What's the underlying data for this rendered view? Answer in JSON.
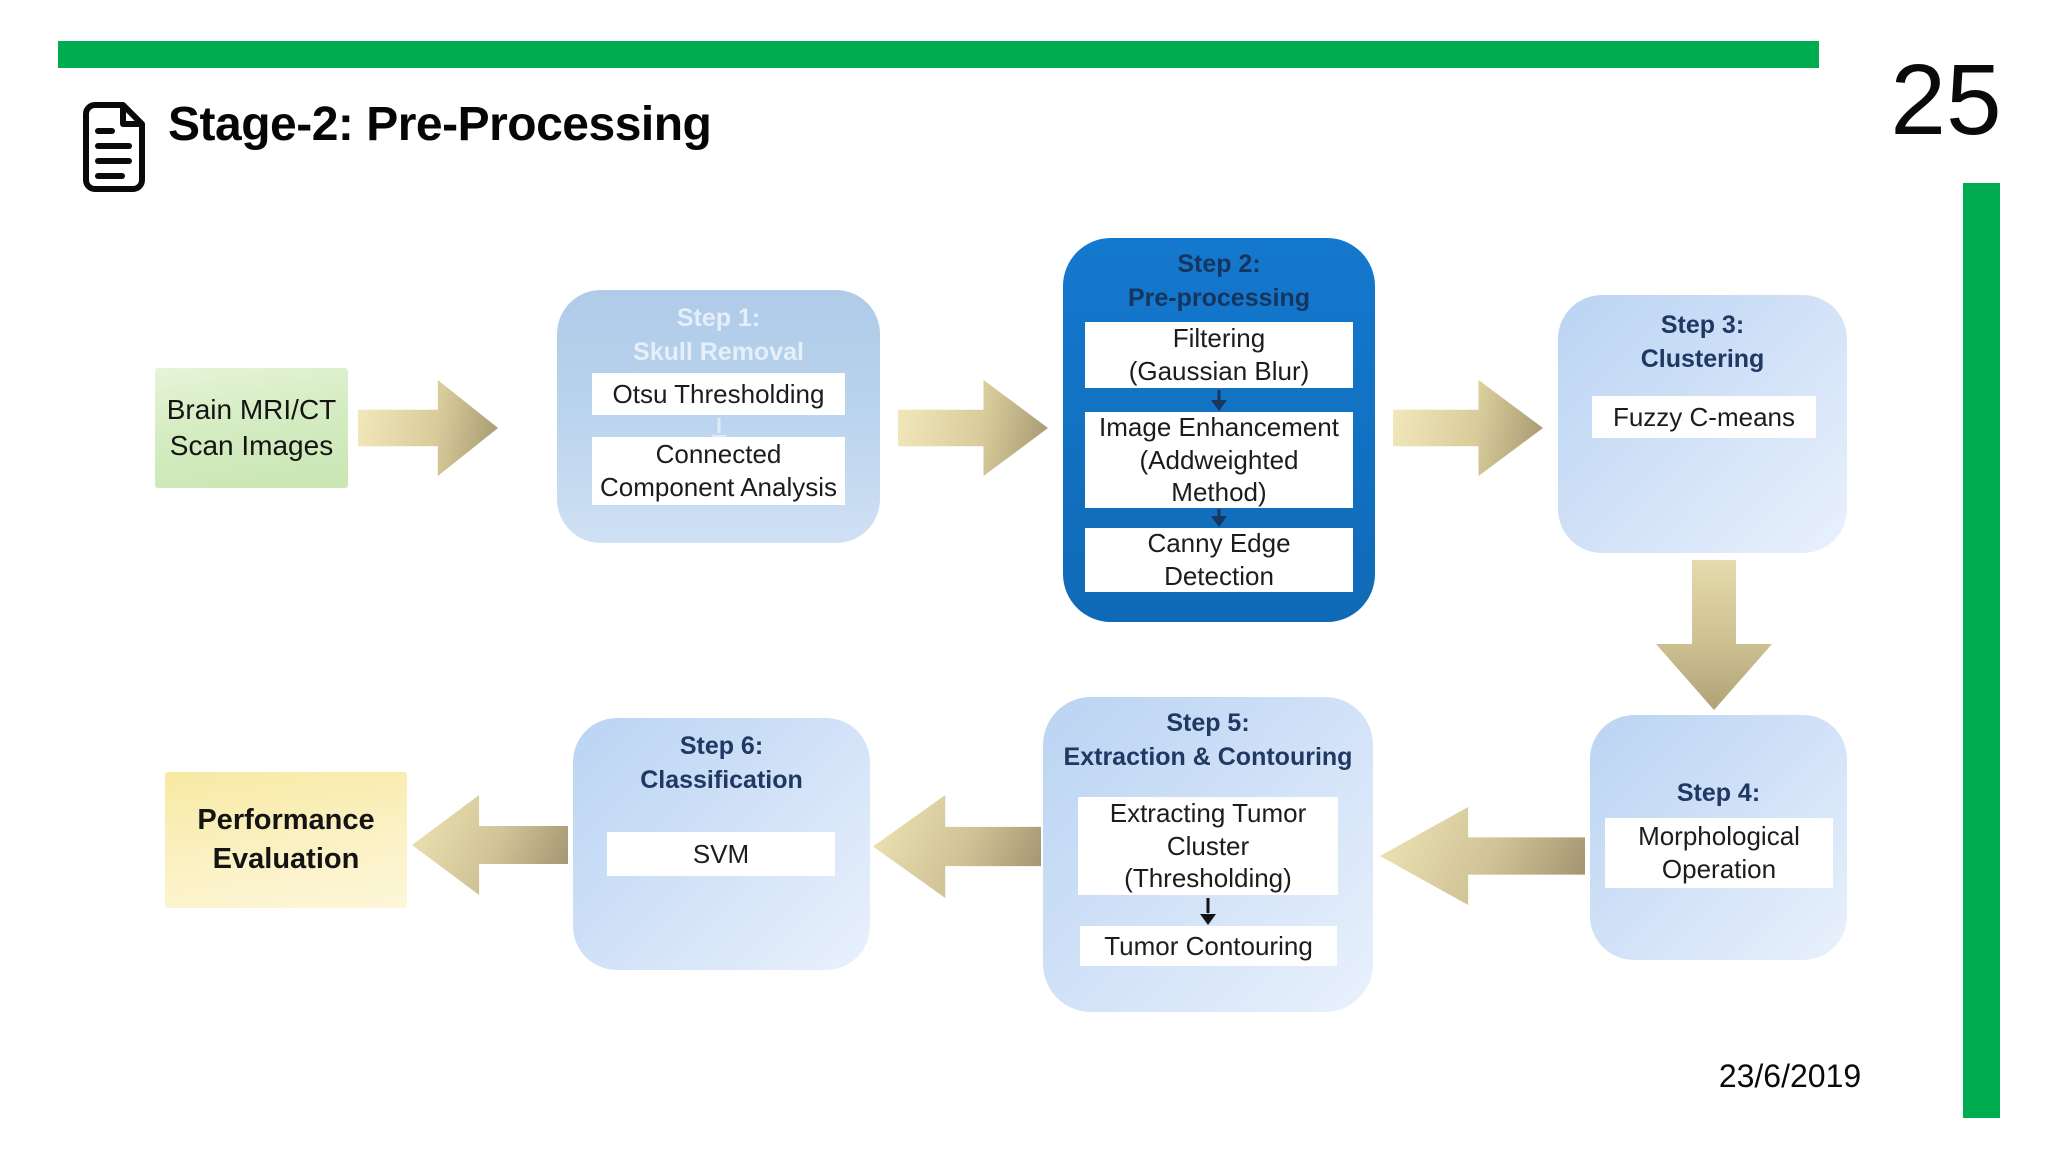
{
  "colors": {
    "accent_green": "#00AC50",
    "step2_blue": "#1273C4",
    "step_title_navy": "#1F3864",
    "arrow_tan_light": "#EFE6B6",
    "arrow_tan_dark": "#9C8F6B",
    "input_green": "#D5ECC2",
    "output_yellow": "#F8E9A2"
  },
  "header": {
    "title": "Stage-2: Pre-Processing",
    "page_number": "25"
  },
  "footer": {
    "date": "23/6/2019"
  },
  "flowchart": {
    "input_box": {
      "label": "Brain MRI/CT\nScan Images"
    },
    "steps": [
      {
        "title": "Step 1:\nSkull Removal",
        "items": [
          "Otsu Thresholding",
          "Connected\nComponent Analysis"
        ]
      },
      {
        "title": "Step 2:\nPre-processing",
        "items": [
          "Filtering\n(Gaussian Blur)",
          "Image Enhancement\n(Addweighted\nMethod)",
          "Canny Edge\nDetection"
        ]
      },
      {
        "title": "Step 3:\nClustering",
        "items": [
          "Fuzzy C-means"
        ]
      },
      {
        "title": "Step 4:",
        "items": [
          "Morphological\nOperation"
        ]
      },
      {
        "title": "Step 5:\nExtraction & Contouring",
        "items": [
          "Extracting Tumor\nCluster\n(Thresholding)",
          "Tumor Contouring"
        ]
      },
      {
        "title": "Step 6:\nClassification",
        "items": [
          "SVM"
        ]
      }
    ],
    "output_box": {
      "label": "Performance\nEvaluation"
    }
  }
}
